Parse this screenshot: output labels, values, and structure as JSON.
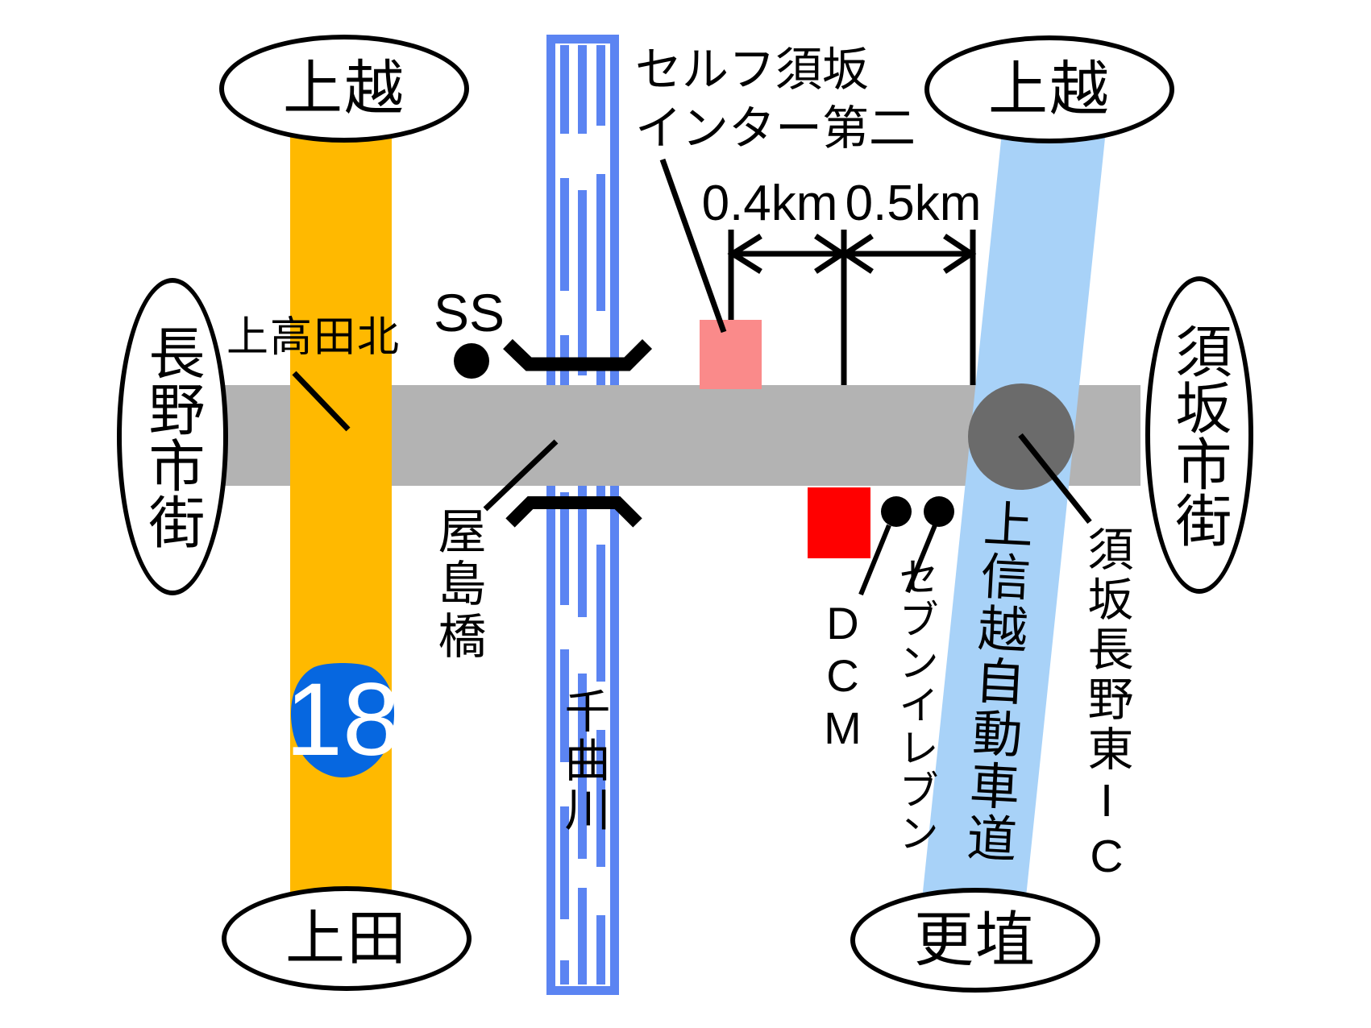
{
  "ovals": {
    "route18_north": "上越",
    "route18_south": "上田",
    "expressway_north": "上越",
    "expressway_south": "更埴",
    "west_area": "長野市街",
    "east_area": "須坂市街"
  },
  "roads": {
    "route18_number": "18",
    "expressway_name": "上信越自動車道",
    "interchange_name": "須坂長野東IC",
    "intersection_name": "上高田北"
  },
  "river": {
    "name": "千曲川",
    "bridge_name": "屋島橋"
  },
  "markers": {
    "gas_station_line1": "セルフ須坂",
    "gas_station_line2": "インター第二",
    "ss": "SS",
    "dcm": "DCM",
    "seven_eleven": "セブンイレブン"
  },
  "distances": {
    "segment1": "0.4km",
    "segment2": "0.5km"
  },
  "colors": {
    "route18_orange": "#FFB900",
    "local_road_gray": "#B3B3B3",
    "interchange_gray": "#6B6B6B",
    "expressway_blue": "#A8D2F8",
    "river_blue": "#5B84F2",
    "gas_station_pink": "#FA8A8A",
    "dcm_red": "#FF0000",
    "badge_blue": "#0667E0"
  }
}
